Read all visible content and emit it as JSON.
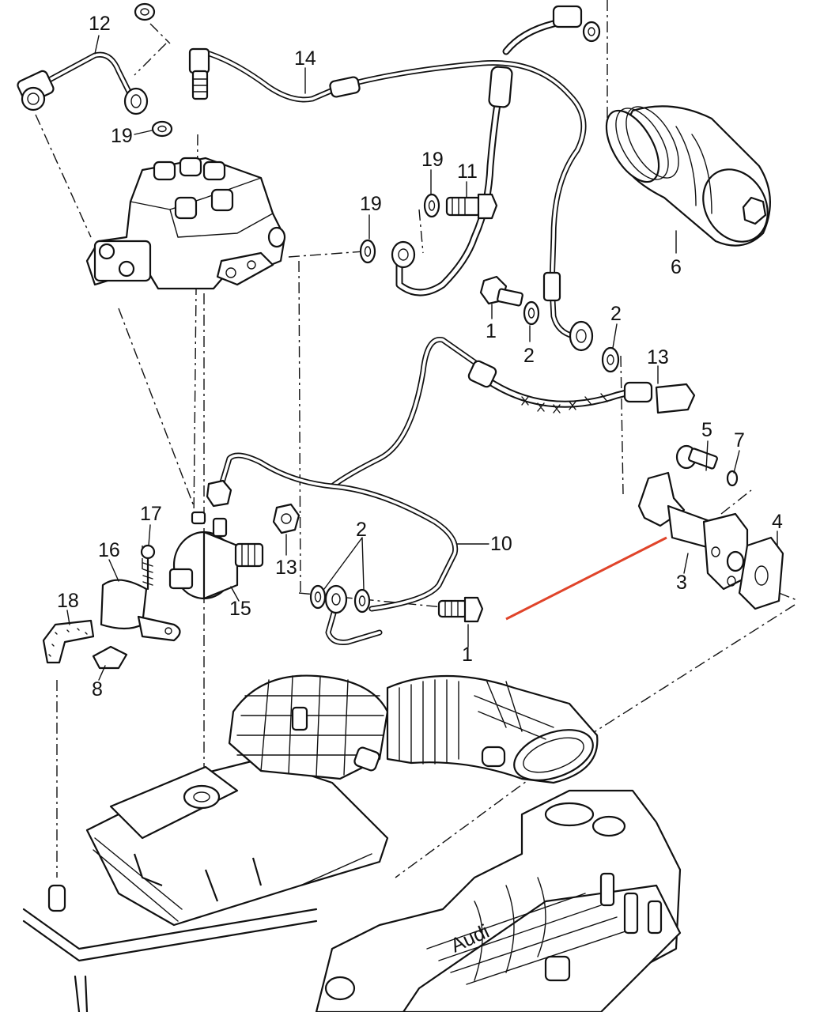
{
  "diagram": {
    "labels": [
      {
        "id": "12",
        "text": "12"
      },
      {
        "id": "14",
        "text": "14"
      },
      {
        "id": "19a",
        "text": "19"
      },
      {
        "id": "19b",
        "text": "19"
      },
      {
        "id": "19c",
        "text": "19"
      },
      {
        "id": "11",
        "text": "11"
      },
      {
        "id": "6",
        "text": "6"
      },
      {
        "id": "1a",
        "text": "1"
      },
      {
        "id": "2a",
        "text": "2"
      },
      {
        "id": "2b",
        "text": "2"
      },
      {
        "id": "13a",
        "text": "13"
      },
      {
        "id": "5",
        "text": "5"
      },
      {
        "id": "7",
        "text": "7"
      },
      {
        "id": "4",
        "text": "4"
      },
      {
        "id": "3",
        "text": "3"
      },
      {
        "id": "17",
        "text": "17"
      },
      {
        "id": "16",
        "text": "16"
      },
      {
        "id": "18",
        "text": "18"
      },
      {
        "id": "15",
        "text": "15"
      },
      {
        "id": "13b",
        "text": "13"
      },
      {
        "id": "2c",
        "text": "2"
      },
      {
        "id": "10",
        "text": "10"
      },
      {
        "id": "1b",
        "text": "1"
      },
      {
        "id": "8",
        "text": "8"
      }
    ],
    "emblem_text": "Audi",
    "pointer_color": "#e0442a"
  }
}
